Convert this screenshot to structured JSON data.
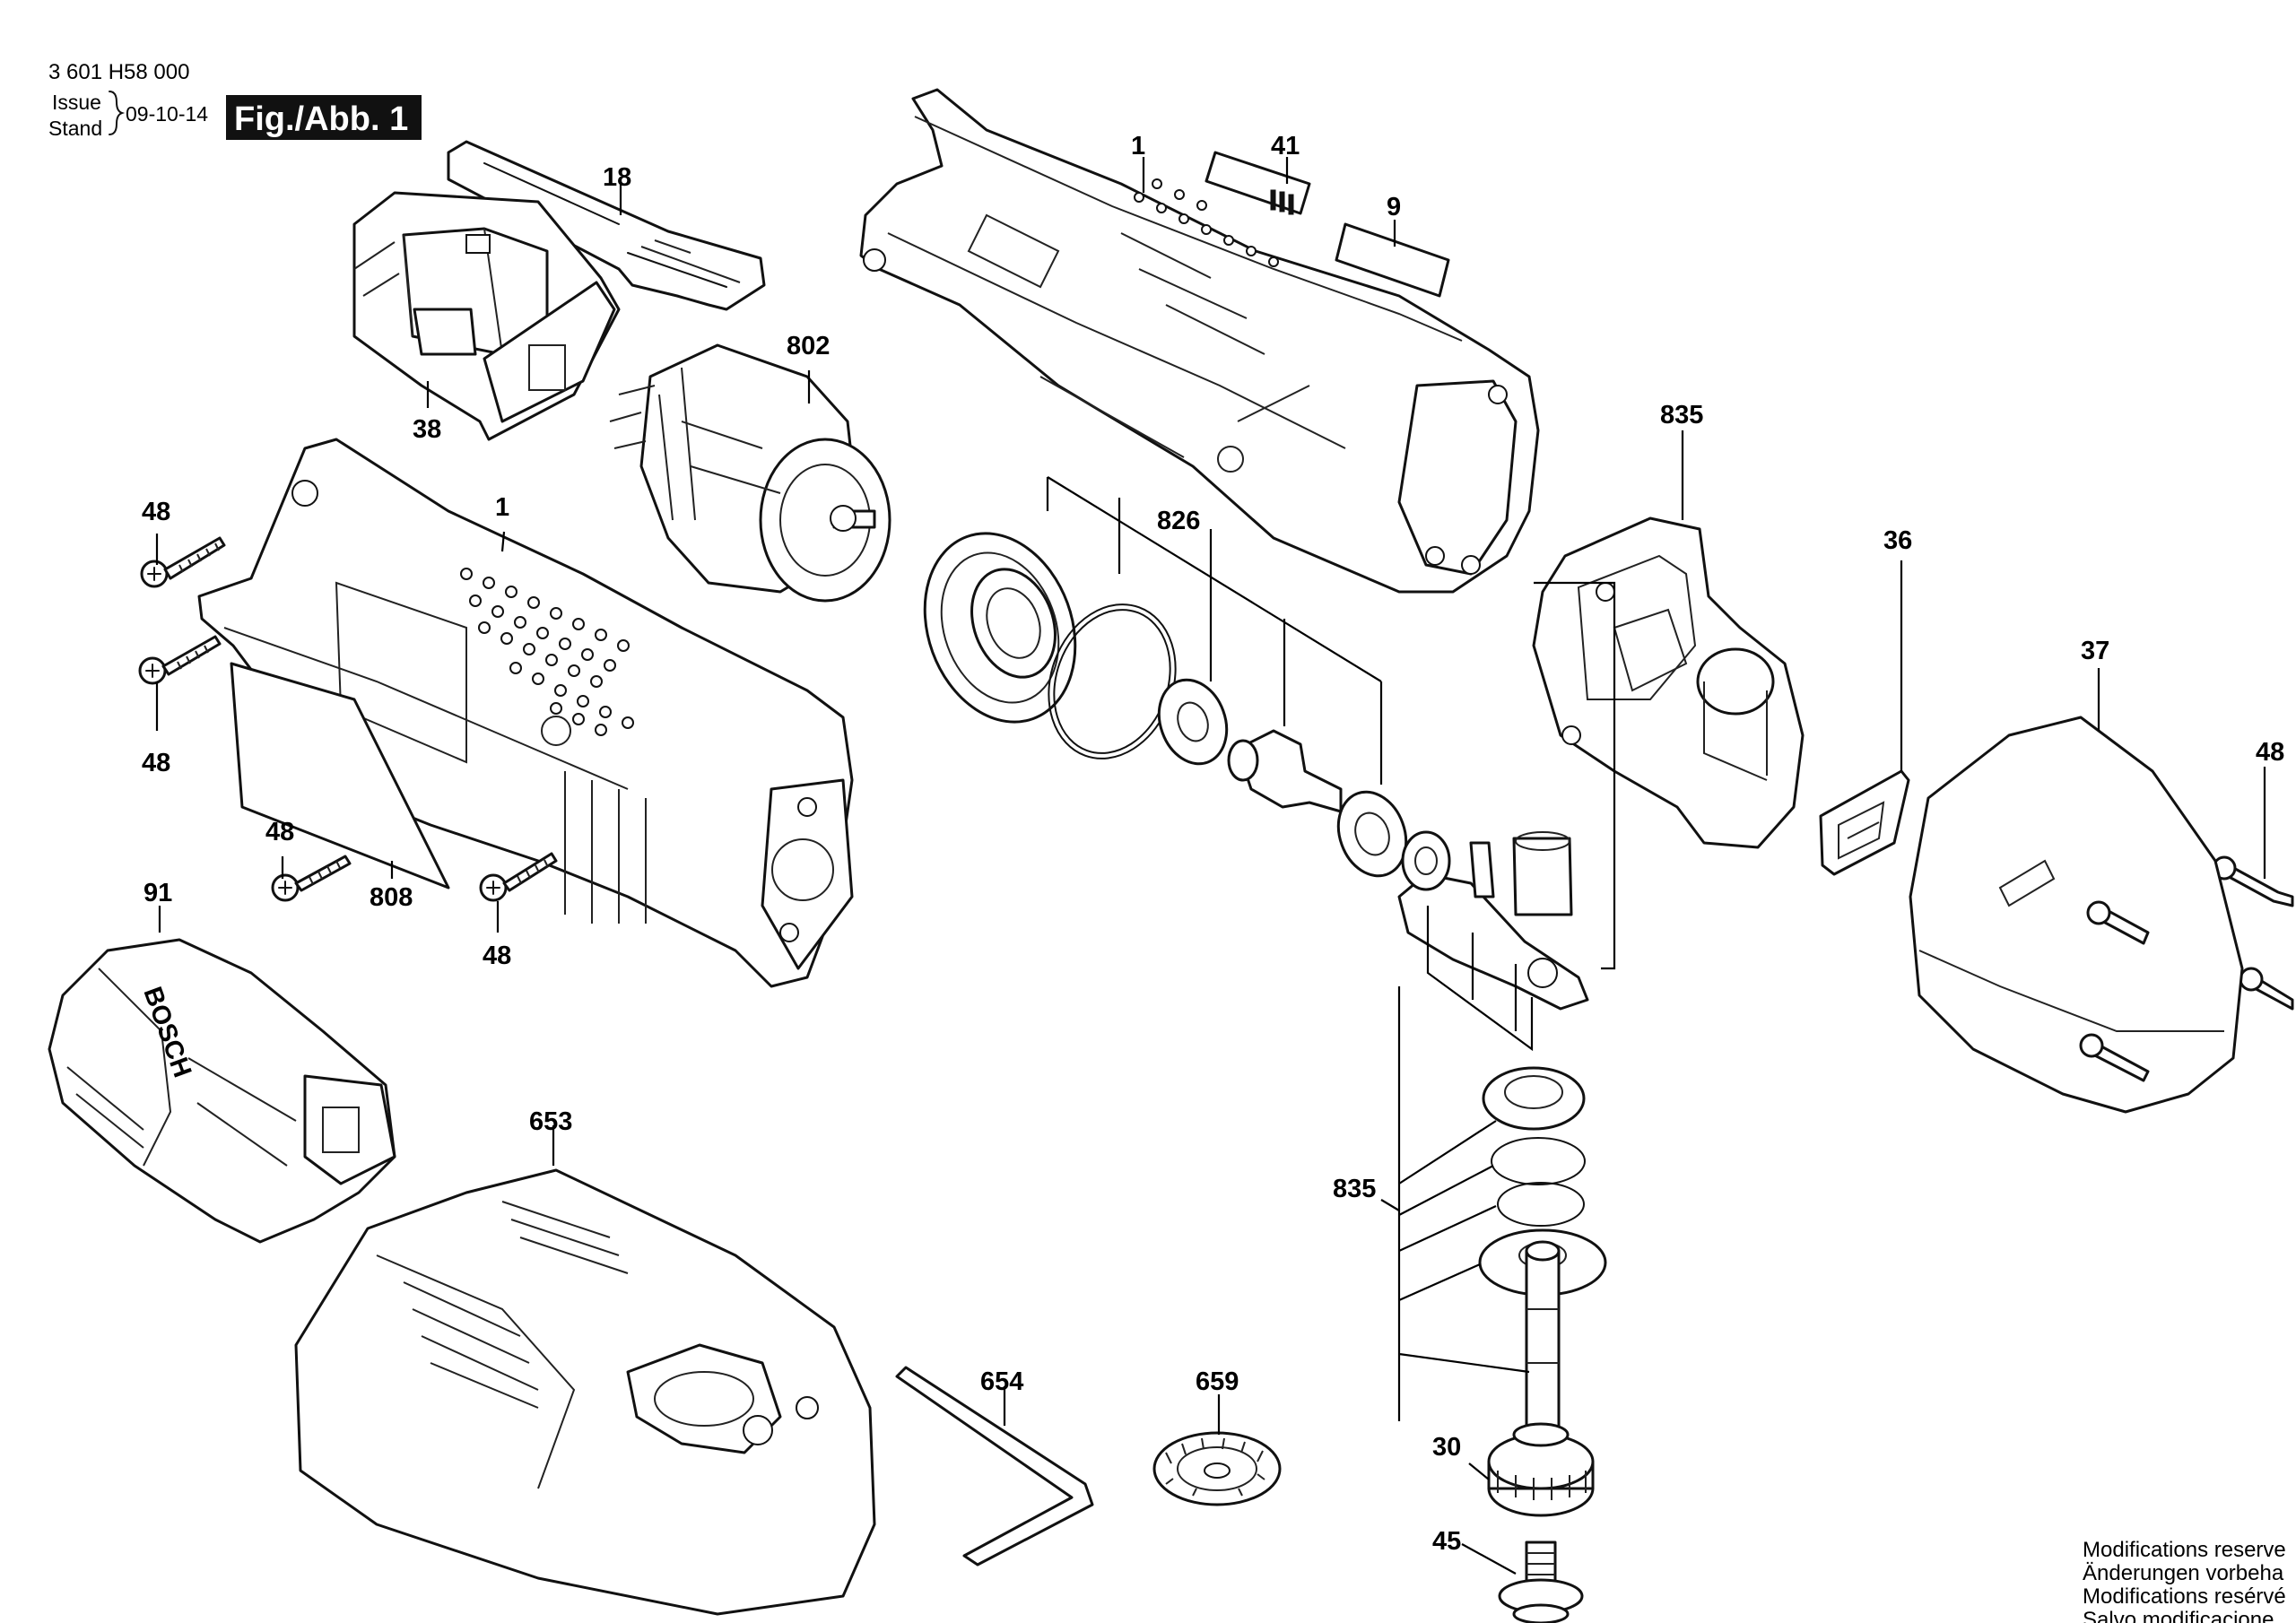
{
  "header": {
    "part_number": "3 601 H58 000",
    "issue_label": "Issue",
    "stand_label": "Stand",
    "date": "09-10-14",
    "figure_label": "Fig./Abb. 1"
  },
  "callouts": {
    "c1_upper": "1",
    "c41": "41",
    "c9": "9",
    "c18": "18",
    "c802": "802",
    "c38": "38",
    "c835_upper": "835",
    "c48_a": "48",
    "c1_lower": "1",
    "c826": "826",
    "c36": "36",
    "c37": "37",
    "c48_right": "48",
    "c48_b": "48",
    "c48_c": "48",
    "c808": "808",
    "c48_d": "48",
    "c91": "91",
    "c653": "653",
    "c835_lower": "835",
    "c654": "654",
    "c659": "659",
    "c30": "30",
    "c45": "45"
  },
  "battery_brand": "BOSCH",
  "footer_notes": [
    "Modifications reserve",
    "Änderungen vorbeha",
    "Modifications resérvé",
    "Salvo modificacione"
  ]
}
